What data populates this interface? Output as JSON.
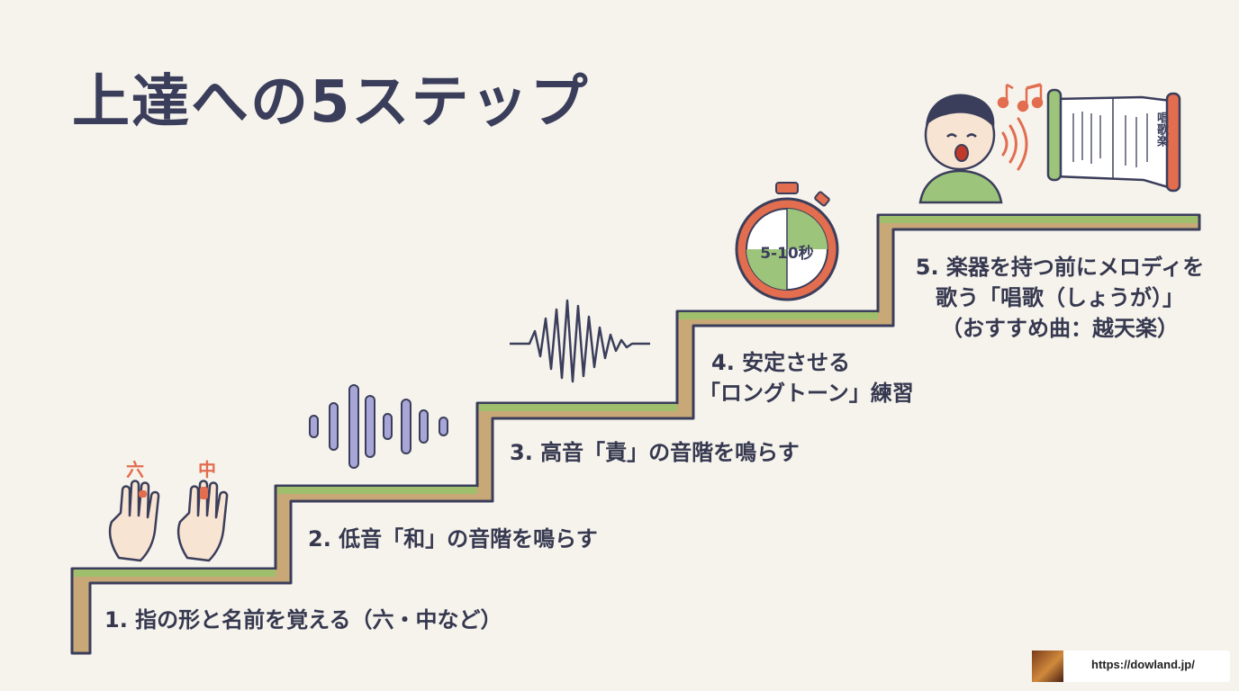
{
  "title": "上達への5ステップ",
  "steps": [
    {
      "label": "1. 指の形と名前を覚える（六・中など）"
    },
    {
      "label": "2. 低音「和」の音階を鳴らす"
    },
    {
      "label": "3. 高音「責」の音階を鳴らす"
    },
    {
      "label_line1": "4. 安定させる",
      "label_line2": "「ロングトーン」練習"
    },
    {
      "label_line1": "5. 楽器を持つ前にメロディを",
      "label_line2": "歌う「唱歌（しょうが）」",
      "label_line3": "（おすすめ曲：越天楽）"
    }
  ],
  "hands": {
    "left_label": "六",
    "right_label": "中"
  },
  "timer": {
    "text": "5-10秒"
  },
  "book": {
    "title": "唱歌楽"
  },
  "source": {
    "url": "https://dowland.jp/"
  },
  "colors": {
    "stair_wood": "#c9a878",
    "stair_top": "#9fbf6d",
    "outline": "#3b3e5b",
    "accent_red": "#e26d4f",
    "wave_purple": "#a7a6d6",
    "timer_green": "#9cc47a"
  }
}
